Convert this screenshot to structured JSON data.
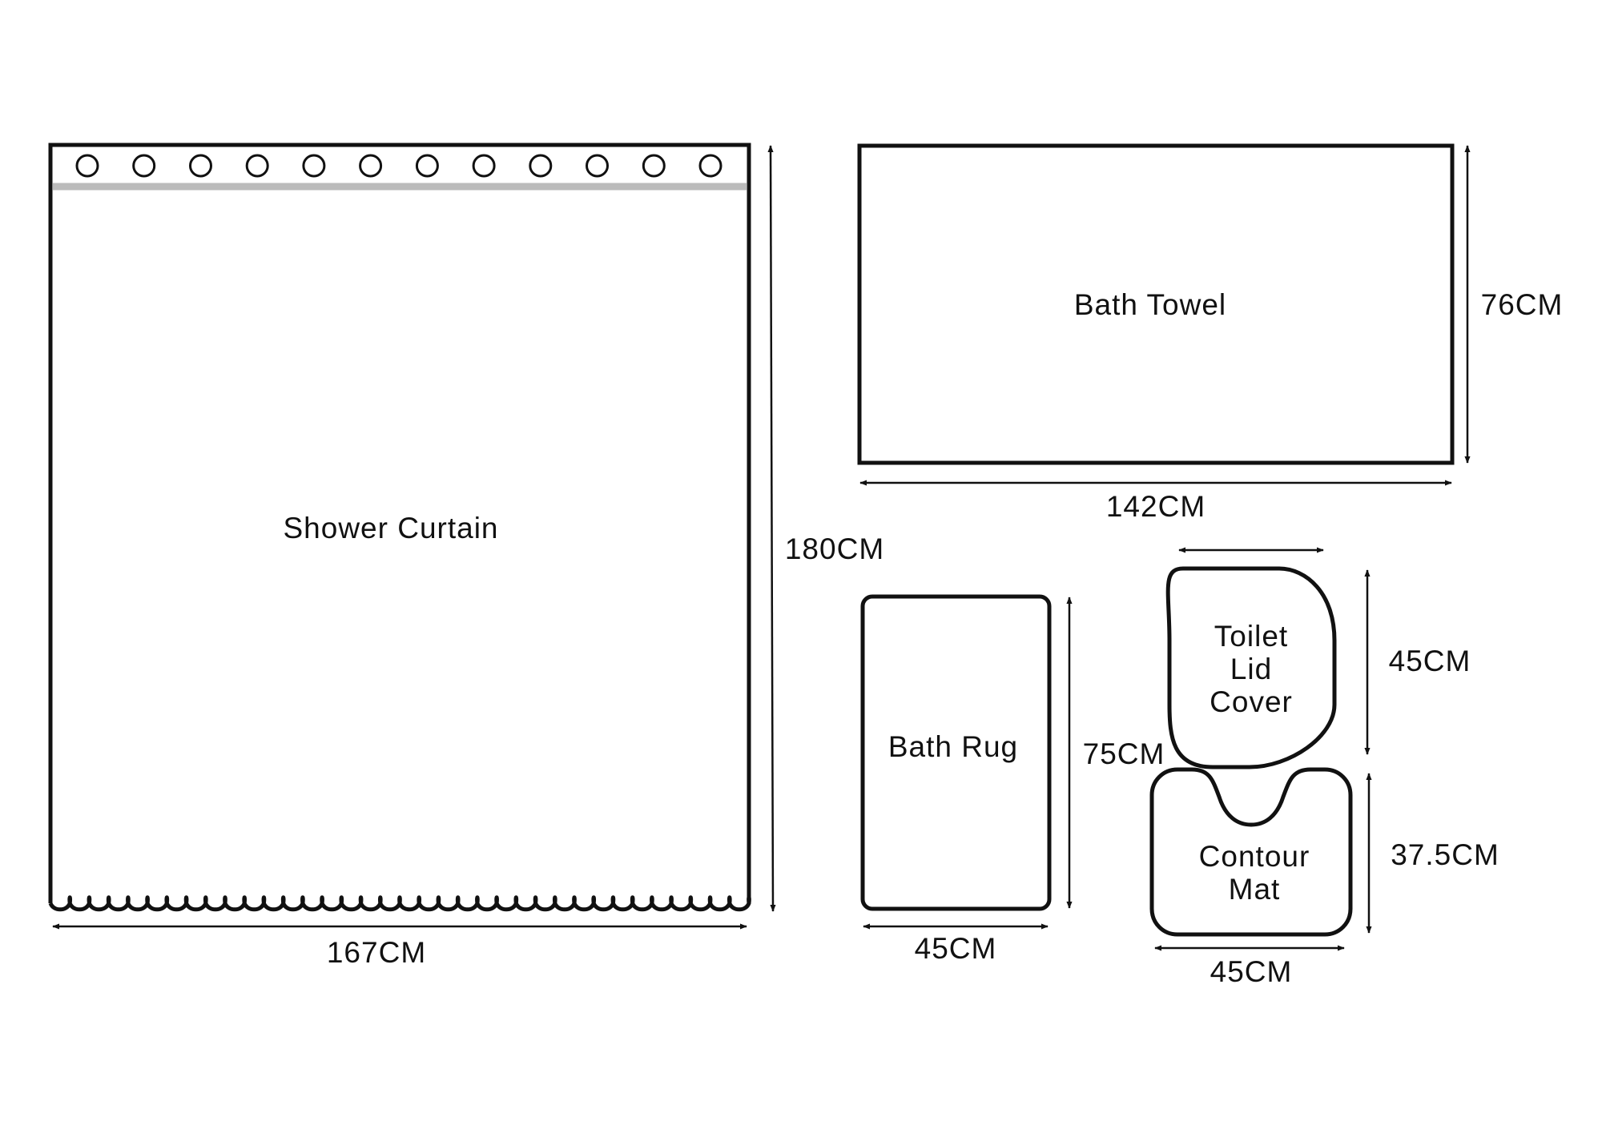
{
  "items": {
    "shower_curtain": {
      "label": "Shower Curtain",
      "width": "167CM",
      "height": "180CM",
      "rings": 12
    },
    "bath_towel": {
      "label": "Bath Towel",
      "width": "142CM",
      "height": "76CM"
    },
    "bath_rug": {
      "label": "Bath Rug",
      "width": "45CM",
      "height": "75CM"
    },
    "toilet_lid_cover": {
      "label_lines": [
        "Toilet",
        "Lid",
        "Cover"
      ],
      "width": "",
      "height": "45CM"
    },
    "contour_mat": {
      "label_lines": [
        "Contour",
        "Mat"
      ],
      "width": "45CM",
      "height": "37.5CM"
    }
  },
  "colors": {
    "outline": "#111111",
    "rod": "#bbbbbb",
    "background": "#ffffff"
  }
}
